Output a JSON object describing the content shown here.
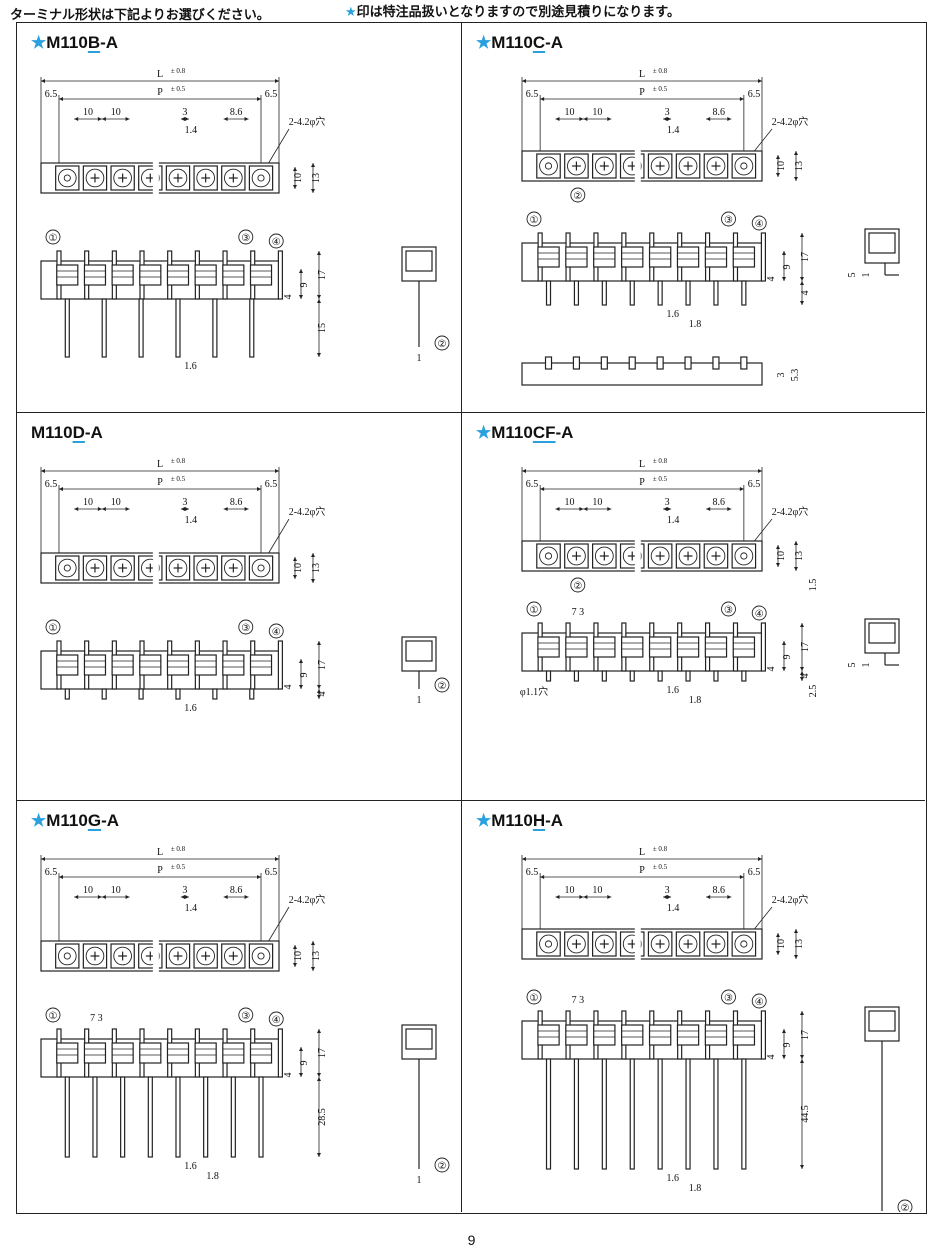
{
  "header": {
    "left_note": "ターミナル形状は下記よりお選びください。",
    "star": "★",
    "right_note": "印は特注品扱いとなりますので別途見積りになります。"
  },
  "panels": [
    {
      "id": "b",
      "star": "★",
      "pre": "M110",
      "ul": "B",
      "post": "-A"
    },
    {
      "id": "c",
      "star": "★",
      "pre": "M110",
      "ul": "C",
      "post": "-A"
    },
    {
      "id": "d",
      "star": "",
      "pre": "M110",
      "ul": "D",
      "post": "-A"
    },
    {
      "id": "cf",
      "star": "★",
      "pre": "M110",
      "ul": "CF",
      "post": "-A"
    },
    {
      "id": "g",
      "star": "★",
      "pre": "M110",
      "ul": "G",
      "post": "-A"
    },
    {
      "id": "h",
      "star": "★",
      "pre": "M110",
      "ul": "H",
      "post": "-A"
    }
  ],
  "dims": {
    "L": "L",
    "L_tol": "± 0.8",
    "P": "P",
    "P_tol": "± 0.5",
    "end": "6.5",
    "pitch": "10",
    "three": "3",
    "one_four": "1.4",
    "eight_six": "8.6",
    "hole": "2-4.2",
    "phi": "φ",
    "ana": "穴",
    "h10": "10",
    "h13": "13",
    "h17": "17",
    "h9": "9",
    "h4": "4",
    "h15": "15",
    "h1_6": "1.6",
    "h1": "1",
    "h5": "5",
    "h1_8": "1.8",
    "h1_5": "1.5",
    "h2_5": "2.5",
    "h7": "7",
    "h28_5": "28.5",
    "h44_5": "44.5",
    "phi11": "1.1"
  },
  "callouts": {
    "c1": "①",
    "c2": "②",
    "c3": "③",
    "c4": "④"
  },
  "page_number": "9"
}
